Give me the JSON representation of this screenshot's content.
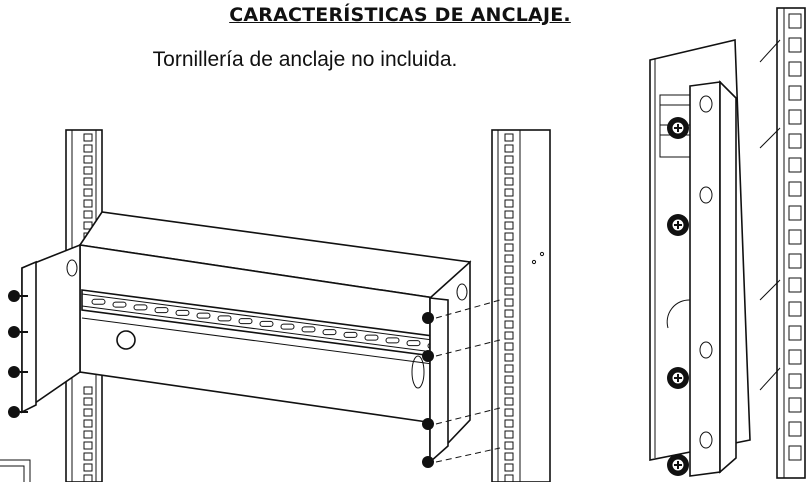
{
  "header": {
    "title": "CARACTERÍSTICAS DE ANCLAJE.",
    "note": "Tornillería de anclaje no incluida."
  },
  "drawing": {
    "main_view": "rack-tray-mounting",
    "detail_view": "mounting-ear-detail",
    "icons": [
      "screw-icon",
      "rack-rail-icon",
      "tray-icon"
    ]
  }
}
